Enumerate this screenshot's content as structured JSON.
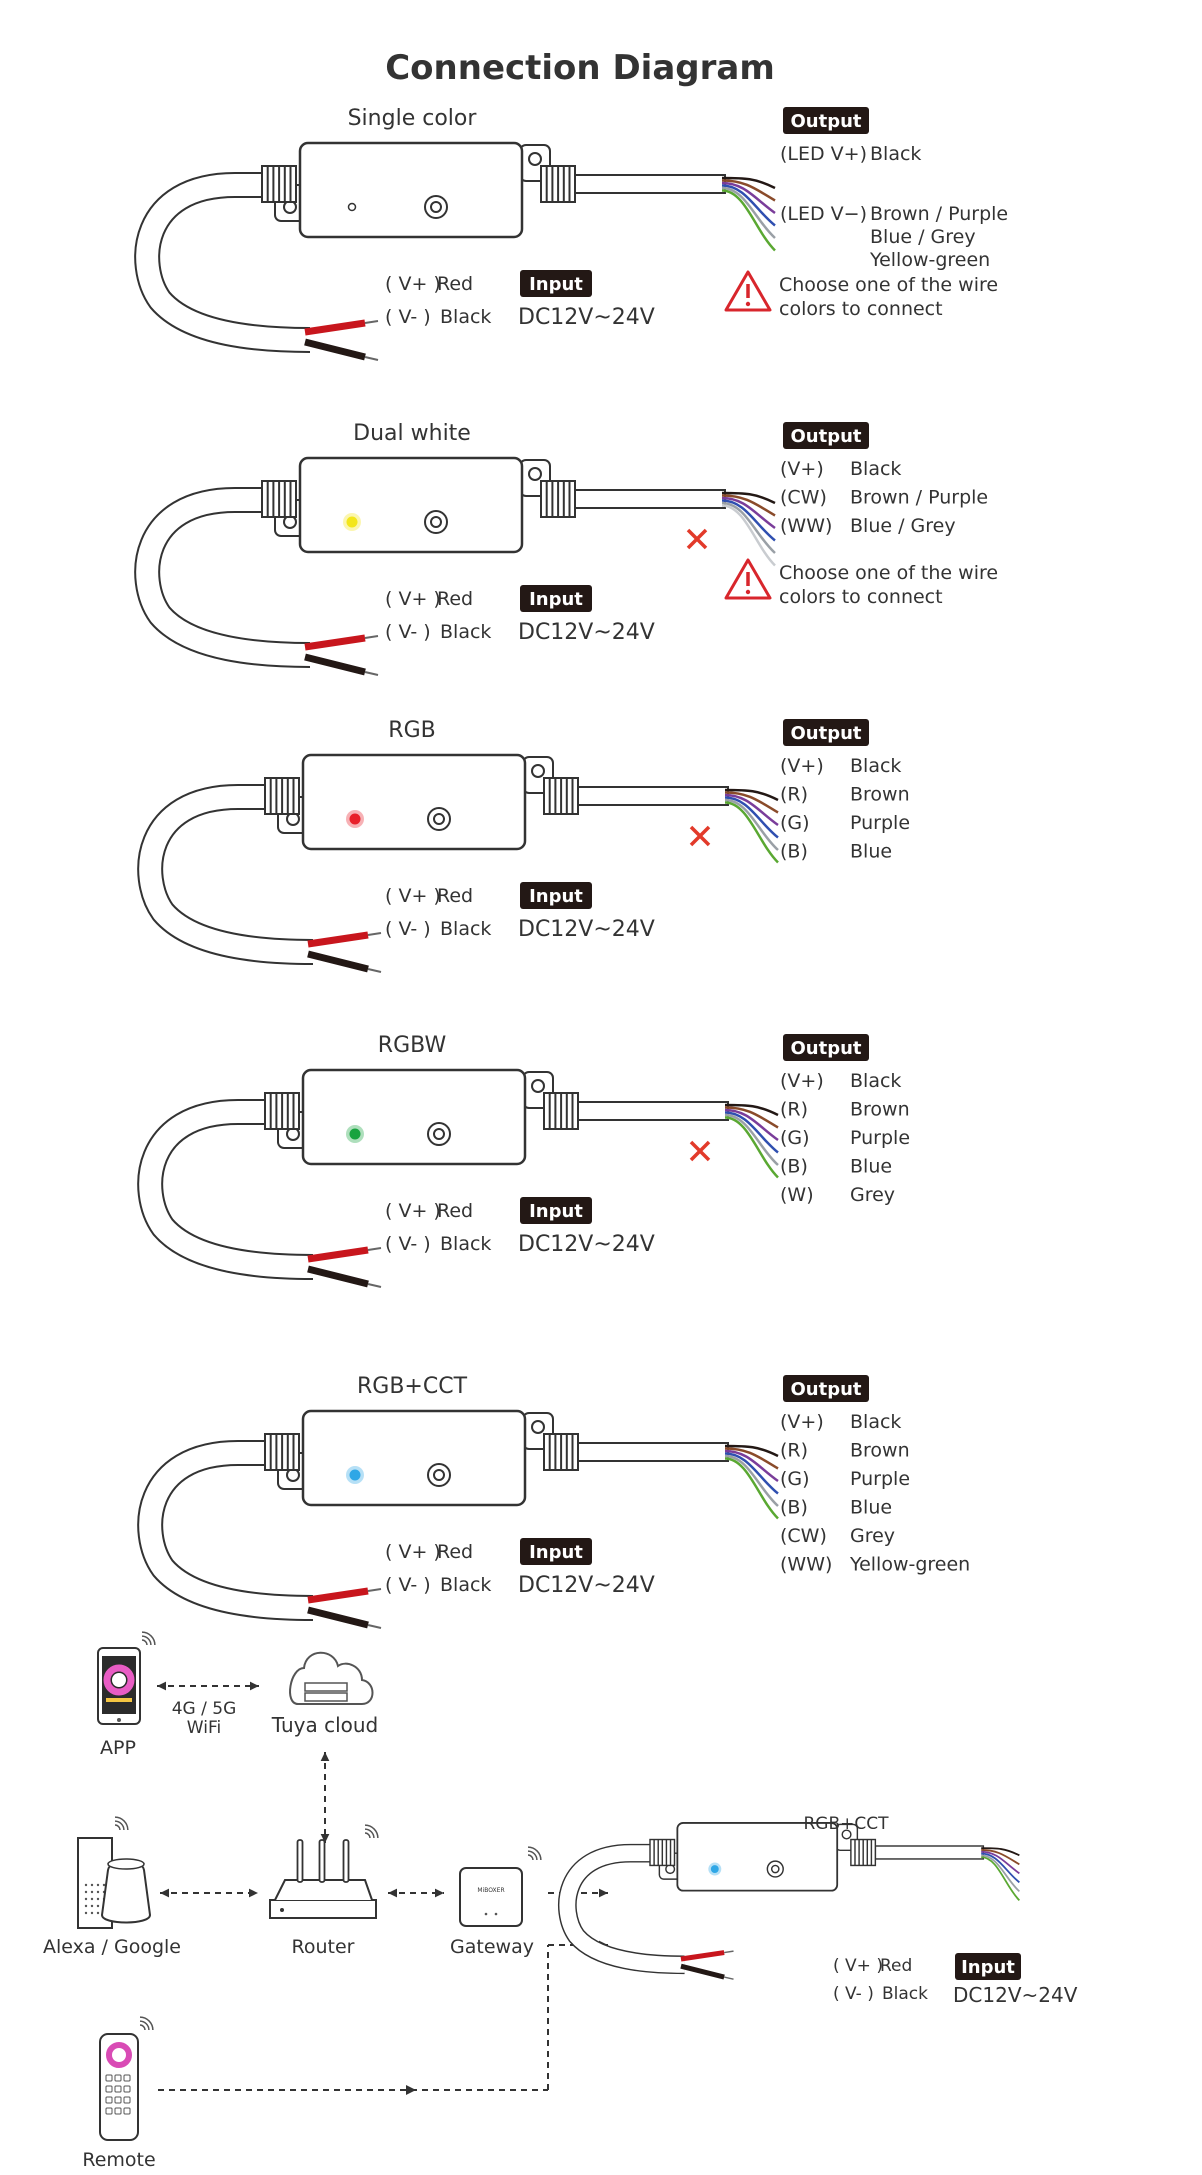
{
  "title": "Connection Diagram",
  "colors": {
    "text": "#333333",
    "badge_bg": "#231815",
    "badge_text": "#ffffff",
    "warning": "#d8262c",
    "cross": "#e23a2a",
    "red_wire": "#c8161d",
    "black_wire": "#231815",
    "led_yellow": "#f3e61b",
    "led_red": "#e8202a",
    "led_green": "#18a33f",
    "led_blue": "#2fa7e6"
  },
  "input_block": {
    "vplus_label": "( V+ )",
    "vplus_color": "Red",
    "vminus_label": "( V- )",
    "vminus_color": "Black",
    "badge": "Input",
    "voltage": "DC12V~24V"
  },
  "output_badge": "Output",
  "warning_text": [
    "Choose one of the wire",
    "colors to connect"
  ],
  "sections": [
    {
      "name": "Single color",
      "led": "none",
      "cross": false,
      "wires": [
        "#231815",
        "#8a4b2a",
        "#7a3d9a",
        "#2f4fb0",
        "#9aa0a6",
        "#5aa832"
      ],
      "outputs": [
        {
          "terminal": "(LED V+)",
          "colors": [
            "Black"
          ]
        },
        {
          "terminal": "(LED V−)",
          "colors": [
            "Brown / Purple",
            "Blue / Grey",
            "Yellow-green"
          ]
        }
      ],
      "warning": true
    },
    {
      "name": "Dual white",
      "led": "yellow",
      "cross": true,
      "wires": [
        "#231815",
        "#8a4b2a",
        "#7a3d9a",
        "#2f4fb0",
        "#9aa0a6",
        "#c9ccd0"
      ],
      "outputs": [
        {
          "terminal": "(V+)",
          "colors": [
            "Black"
          ]
        },
        {
          "terminal": "(CW)",
          "colors": [
            "Brown / Purple"
          ]
        },
        {
          "terminal": "(WW)",
          "colors": [
            "Blue / Grey"
          ]
        }
      ],
      "warning": true
    },
    {
      "name": "RGB",
      "led": "red",
      "cross": true,
      "wires": [
        "#231815",
        "#8a4b2a",
        "#7a3d9a",
        "#2f4fb0",
        "#9aa0a6",
        "#5aa832"
      ],
      "outputs": [
        {
          "terminal": "(V+)",
          "colors": [
            "Black"
          ]
        },
        {
          "terminal": "(R)",
          "colors": [
            "Brown"
          ]
        },
        {
          "terminal": "(G)",
          "colors": [
            "Purple"
          ]
        },
        {
          "terminal": "(B)",
          "colors": [
            "Blue"
          ]
        }
      ],
      "warning": false
    },
    {
      "name": "RGBW",
      "led": "green",
      "cross": true,
      "wires": [
        "#231815",
        "#8a4b2a",
        "#7a3d9a",
        "#2f4fb0",
        "#9aa0a6",
        "#5aa832"
      ],
      "outputs": [
        {
          "terminal": "(V+)",
          "colors": [
            "Black"
          ]
        },
        {
          "terminal": "(R)",
          "colors": [
            "Brown"
          ]
        },
        {
          "terminal": "(G)",
          "colors": [
            "Purple"
          ]
        },
        {
          "terminal": "(B)",
          "colors": [
            "Blue"
          ]
        },
        {
          "terminal": "(W)",
          "colors": [
            "Grey"
          ]
        }
      ],
      "warning": false
    },
    {
      "name": "RGB+CCT",
      "led": "blue",
      "cross": false,
      "wires": [
        "#231815",
        "#8a4b2a",
        "#7a3d9a",
        "#2f4fb0",
        "#9aa0a6",
        "#5aa832"
      ],
      "outputs": [
        {
          "terminal": "(V+)",
          "colors": [
            "Black"
          ]
        },
        {
          "terminal": "(R)",
          "colors": [
            "Brown"
          ]
        },
        {
          "terminal": "(G)",
          "colors": [
            "Purple"
          ]
        },
        {
          "terminal": "(B)",
          "colors": [
            "Blue"
          ]
        },
        {
          "terminal": "(CW)",
          "colors": [
            "Grey"
          ]
        },
        {
          "terminal": "(WW)",
          "colors": [
            "Yellow-green"
          ]
        }
      ],
      "warning": false
    }
  ],
  "network": {
    "app": "APP",
    "link_label": [
      "4G / 5G",
      "WiFi"
    ],
    "cloud": "Tuya  cloud",
    "speaker": "Alexa / Google",
    "router": "Router",
    "gateway": "Gateway",
    "remote": "Remote",
    "controller_label": "RGB+CCT",
    "gateway_brand": "MiBOXER"
  }
}
